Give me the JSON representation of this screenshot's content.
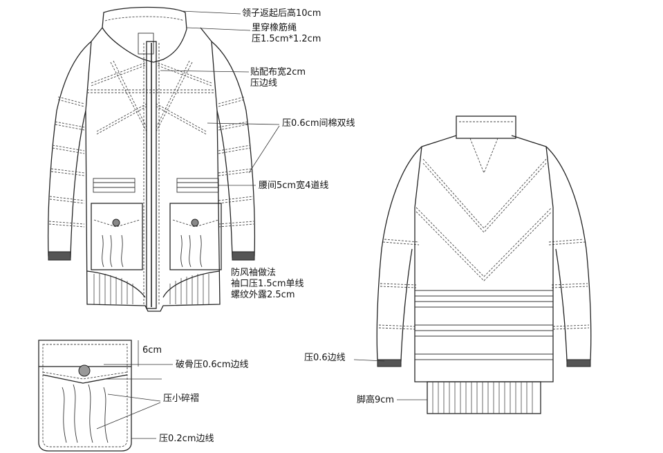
{
  "front_annotations": {
    "collar_height": "领子返起后高10cm",
    "elastic_cord_line1": "里穿橡筋绳",
    "elastic_cord_line2": "压1.5cm*1.2cm",
    "facing_line1": "贴配布宽2cm",
    "facing_line2": "压边线",
    "quilt_stitch": "压0.6cm间棉双线",
    "waist_lines": "腰间5cm宽4道线",
    "cuff_line1": "防风袖做法",
    "cuff_line2": "袖口压1.5cm单线",
    "cuff_line3": "螺纹外露2.5cm"
  },
  "pocket_annotations": {
    "flap_depth": "6cm",
    "flap_stitch": "破骨压0.6cm边线",
    "pleats": "压小碎褶",
    "edge_stitch": "压0.2cm边线"
  },
  "back_annotations": {
    "edge_stitch": "压0.6边线",
    "hem_height": "脚高9cm"
  }
}
